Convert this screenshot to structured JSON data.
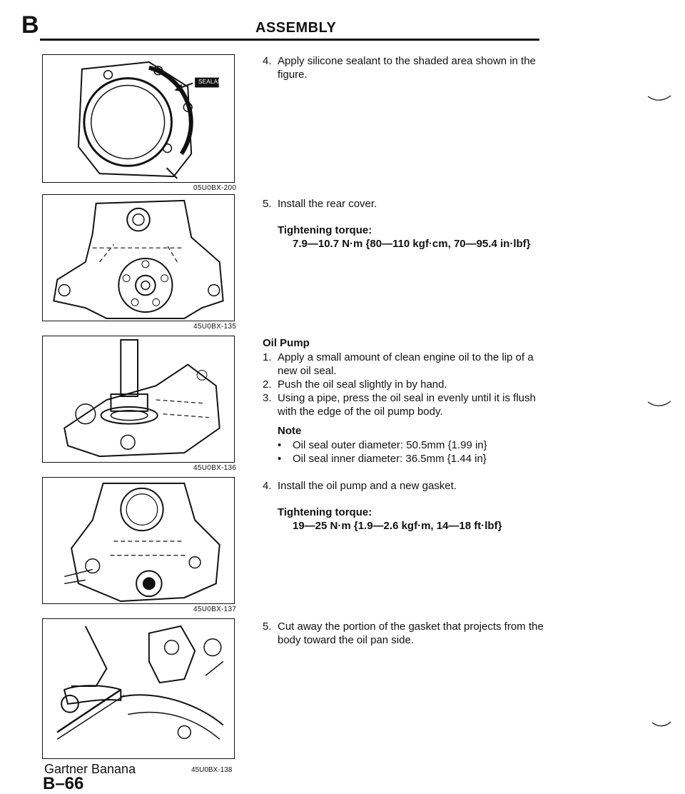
{
  "header": {
    "section_letter": "B",
    "title": "ASSEMBLY"
  },
  "figures": [
    {
      "code": "05U0BX-200",
      "tag": "SEALANT"
    },
    {
      "code": "45U0BX-135"
    },
    {
      "code": "45U0BX-136"
    },
    {
      "code": "45U0BX-137"
    },
    {
      "code": "45U0BX-138"
    }
  ],
  "rear_cover": {
    "step4_num": "4.",
    "step4_line1": "Apply silicone sealant to the shaded area shown in the",
    "step4_line2": "figure.",
    "step5_num": "5.",
    "step5_text": "Install the rear cover.",
    "torque_label": "Tightening torque:",
    "torque_value": "7.9—10.7 N·m {80—110 kgf·cm, 70—95.4 in·lbf}"
  },
  "oil_pump": {
    "heading": "Oil Pump",
    "steps": [
      {
        "num": "1.",
        "line1": "Apply a small amount of clean engine oil to the lip of a",
        "line2": "new oil seal."
      },
      {
        "num": "2.",
        "line1": "Push the oil seal slightly in by hand."
      },
      {
        "num": "3.",
        "line1": "Using a pipe, press the oil seal in evenly until it is flush",
        "line2": "with the edge of the oil pump body."
      }
    ],
    "note_heading": "Note",
    "notes": [
      "Oil seal outer diameter: 50.5mm {1.99 in}",
      "Oil seal inner diameter: 36.5mm {1.44 in}"
    ],
    "step4_num": "4.",
    "step4_text": "Install the oil pump and a new gasket.",
    "torque_label": "Tightening torque:",
    "torque_value": "19—25 N·m {1.9—2.6 kgf·m, 14—18 ft·lbf}",
    "step5_num": "5.",
    "step5_line1": "Cut away the portion of the gasket that projects from the",
    "step5_line2": "body toward the oil pan side."
  },
  "footer": {
    "name": "Gartner Banana",
    "code": "45U0BX-138",
    "page_number": "B–66"
  }
}
